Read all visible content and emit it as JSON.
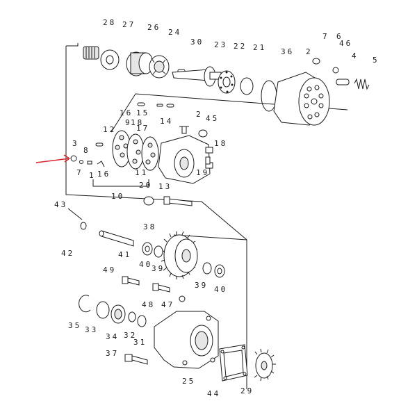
{
  "diagram": {
    "labels": [
      {
        "key": "l28",
        "text": "28"
      },
      {
        "key": "l27",
        "text": "27"
      },
      {
        "key": "l26",
        "text": "26"
      },
      {
        "key": "l24",
        "text": "24"
      },
      {
        "key": "l30",
        "text": "30"
      },
      {
        "key": "l23",
        "text": "23"
      },
      {
        "key": "l22",
        "text": "22"
      },
      {
        "key": "l21",
        "text": "21"
      },
      {
        "key": "l36",
        "text": "36"
      },
      {
        "key": "l2",
        "text": "2"
      },
      {
        "key": "l7",
        "text": "7"
      },
      {
        "key": "l6",
        "text": "6"
      },
      {
        "key": "l46",
        "text": "46"
      },
      {
        "key": "l4",
        "text": "4"
      },
      {
        "key": "l5",
        "text": "5"
      },
      {
        "key": "l16a",
        "text": "16"
      },
      {
        "key": "l15",
        "text": "15"
      },
      {
        "key": "l18a",
        "text": "18"
      },
      {
        "key": "l14",
        "text": "14"
      },
      {
        "key": "l2b",
        "text": "2"
      },
      {
        "key": "l45",
        "text": "45"
      },
      {
        "key": "l12",
        "text": "12"
      },
      {
        "key": "l9",
        "text": "9"
      },
      {
        "key": "l17a",
        "text": "17"
      },
      {
        "key": "l3",
        "text": "3"
      },
      {
        "key": "l8",
        "text": "8"
      },
      {
        "key": "l7b",
        "text": "7"
      },
      {
        "key": "l1",
        "text": "1"
      },
      {
        "key": "l16b",
        "text": "16"
      },
      {
        "key": "l11",
        "text": "11"
      },
      {
        "key": "l13",
        "text": "13"
      },
      {
        "key": "l20",
        "text": "20"
      },
      {
        "key": "l10",
        "text": "10"
      },
      {
        "key": "l18b",
        "text": "18"
      },
      {
        "key": "l19",
        "text": "19"
      },
      {
        "key": "l43",
        "text": "43"
      },
      {
        "key": "l42",
        "text": "42"
      },
      {
        "key": "l41",
        "text": "41"
      },
      {
        "key": "l38",
        "text": "38"
      },
      {
        "key": "l40a",
        "text": "40"
      },
      {
        "key": "l39a",
        "text": "39"
      },
      {
        "key": "l39b",
        "text": "39"
      },
      {
        "key": "l40b",
        "text": "40"
      },
      {
        "key": "l49",
        "text": "49"
      },
      {
        "key": "l48",
        "text": "48"
      },
      {
        "key": "l47",
        "text": "47"
      },
      {
        "key": "l35",
        "text": "35"
      },
      {
        "key": "l33",
        "text": "33"
      },
      {
        "key": "l34",
        "text": "34"
      },
      {
        "key": "l32",
        "text": "32"
      },
      {
        "key": "l31",
        "text": "31"
      },
      {
        "key": "l37",
        "text": "37"
      },
      {
        "key": "l25",
        "text": "25"
      },
      {
        "key": "l44",
        "text": "44"
      },
      {
        "key": "l29",
        "text": "29"
      }
    ],
    "pointer_color": "#d9252b",
    "line_color": "#1a1a1a"
  }
}
